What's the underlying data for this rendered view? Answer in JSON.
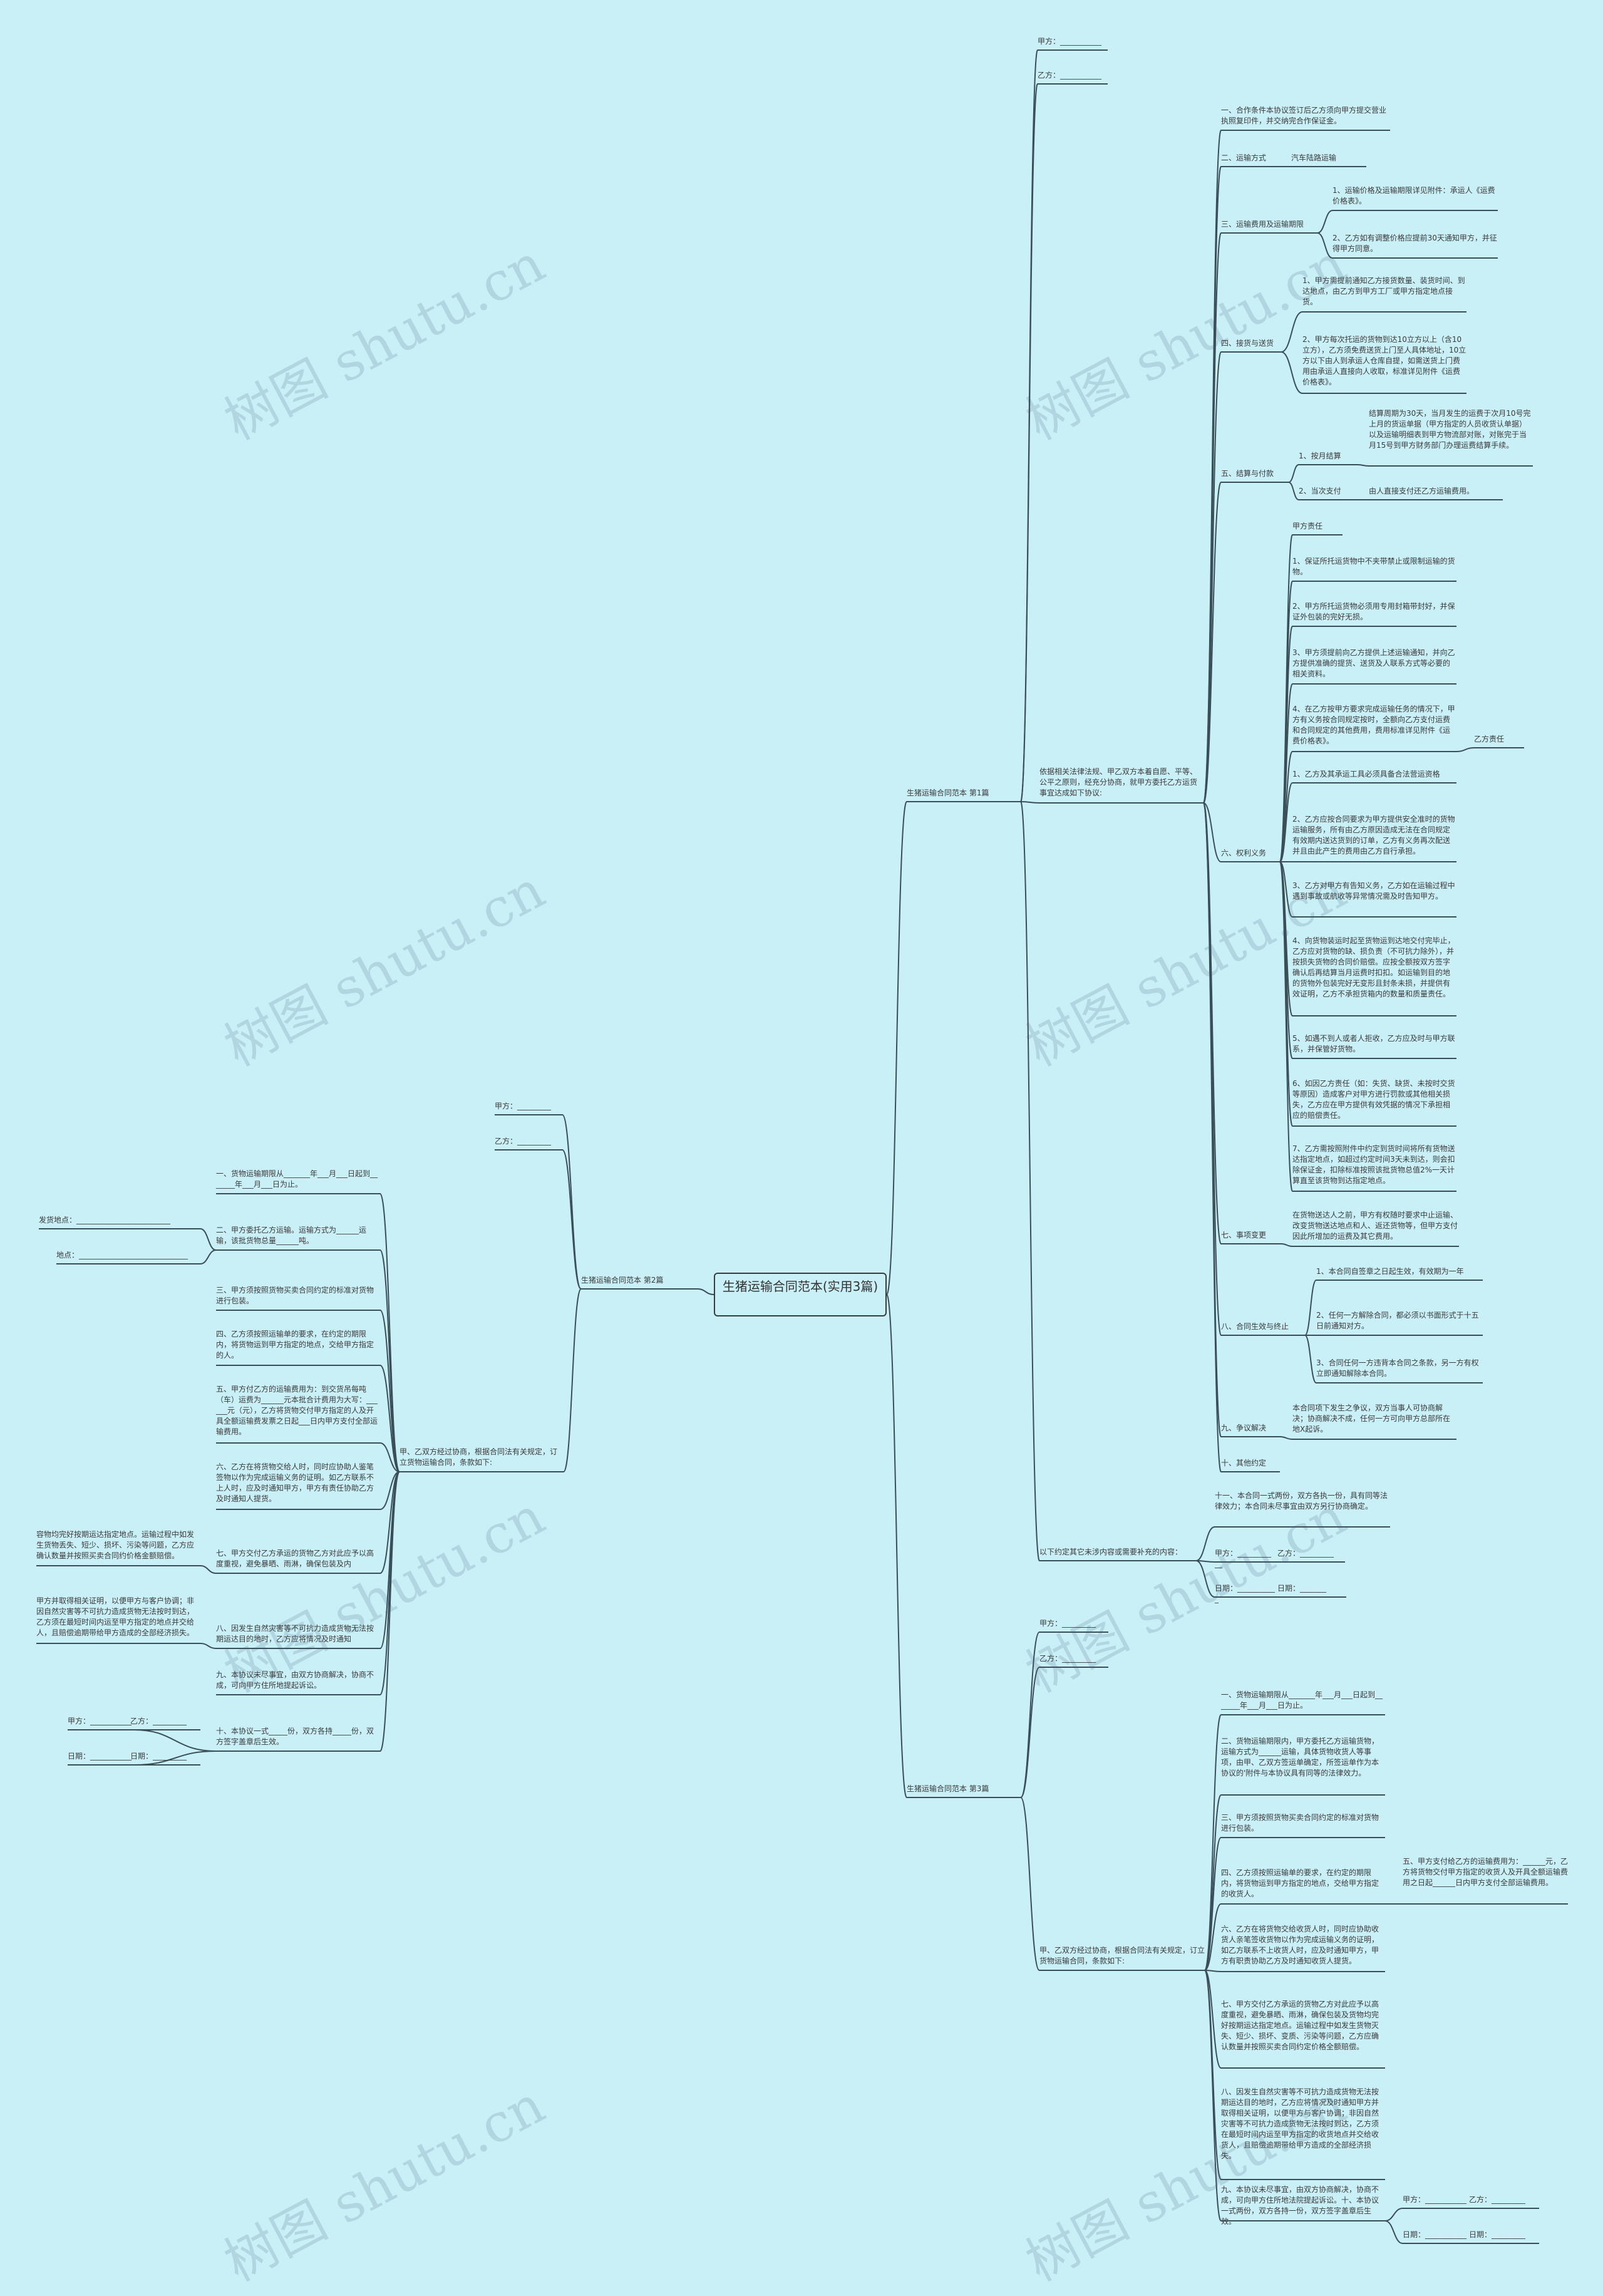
{
  "root": "生猪运输合同范本(实用3篇)",
  "watermark": "树图 shutu.cn",
  "b1": {
    "title": "生猪运输合同范本 第1篇",
    "party_a": "甲方：___________",
    "party_b": "乙方：___________",
    "intro": "依据相关法律法规、甲乙双方本着自愿、平等、公平之原则，经充分协商，就甲方委托乙方运货事宜达成如下协议:",
    "s1": "一、合作条件本协议签订后乙方须向甲方提交营业执照复印件，并交纳完合作保证金。",
    "s2": "二、运输方式",
    "s2v": "汽车陆路运输",
    "s3": "三、运输费用及运输期限",
    "s3a": "1、运输价格及运输期限详见附件：承运人《运费价格表》。",
    "s3b": "2、乙方如有调整价格应提前30天通知甲方，并征得甲方同意。",
    "s4": "四、接货与送货",
    "s4a": "1、甲方需提前通知乙方接货数量、装货时间、到达地点，由乙方到甲方工厂或甲方指定地点接货。",
    "s4b": "2、甲方每次托运的货物到达10立方以上（含10立方），乙方须免费送货上门至人具体地址，10立方以下由人到承运人仓库自提，如需送货上门费用由承运人直接向人收取，标准详见附件《运费价格表》。",
    "s5": "五、结算与付款",
    "s5a": "1、按月结算",
    "s5av": "结算周期为30天，当月发生的运费于次月10号完上月的货运单据（甲方指定的人员收货认单据）以及运输明细表到甲方物流部对账，对账完于当月15号到甲方财务部门办理运费结算手续。",
    "s5b": "2、当次支付",
    "s5bv": "由人直接支付还乙方运输费用。",
    "s6": "六、权利义务",
    "s6a0": "甲方责任",
    "s6a1": "1、保证所托运货物中不夹带禁止或限制运输的货物。",
    "s6a2": "2、甲方所托运货物必须用专用封箱带封好，并保证外包装的完好无损。",
    "s6a3": "3、甲方须提前向乙方提供上述运输通知，并向乙方提供准确的提货、送货及人联系方式等必要的相关资料。",
    "s6a4": "4、在乙方按甲方要求完成运输任务的情况下，甲方有义务按合同规定按时，全额向乙方支付运费和合同规定的其他费用，费用标准详见附件《运费价格表》。",
    "s6b0": "乙方责任",
    "s6b1": "1、乙方及其承运工具必须具备合法营运资格",
    "s6b2": "2、乙方应按合同要求为甲方提供安全准时的货物运输服务，所有由乙方原因造成无法在合同规定有效期内送达货到的订单，乙方有义务再次配送并且由此产生的费用由乙方自行承担。",
    "s6b3": "3、乙方对甲方有告知义务，乙方如在运输过程中遇到事故或航收等异常情况需及时告知甲方。",
    "s6b4": "4、向货物装运时起至货物运到达地交付完毕止，乙方应对货物的缺、损负责（不可抗力除外），并按损失货物的合同价赔偿。应按全额按双方签字确认后再结算当月运费时扣扣。如运输到目的地的货物外包装完好无变形且封条未损，并提供有效证明，乙方不承担货箱内的数量和质量责任。",
    "s6b5": "5、如遇不到人或者人拒收，乙方应及时与甲方联系，并保管好货物。",
    "s6b6": "6、如因乙方责任（如：失货、缺货、未按时交货等原因）造成客户对甲方进行罚款或其他相关损失，乙方应在甲方提供有效凭据的情况下承担相应的赔偿责任。",
    "s6b7": "7、乙方需按照附件中约定到货时间将所有货物送达指定地点，如超过约定时间3天未到达，则会扣除保证金，扣除标准按照该批货物总值2%一天计算直至该货物到达指定地点。",
    "s7": "七、事项变更",
    "s7v": "在货物送达人之前，甲方有权随时要求中止运输、改变货物送达地点和人、返还货物等，但甲方支付因此所增加的运费及其它费用。",
    "s8": "八、合同生效与终止",
    "s8a": "1、本合同自签章之日起生效，有效期为一年",
    "s8b": "2、任何一方解除合同，都必须以书面形式于十五日前通知对方。",
    "s8c": "3、合同任何一方违背本合同之条款，另一方有权立即通知解除本合同。",
    "s9": "九、争议解决",
    "s9v": "本合同项下发生之争议，双方当事人可协商解决；协商解决不成，任何一方可向甲方总部所在地X起诉。",
    "s10": "十、其他约定",
    "s11": "十一、本合同一式两份，双方各执一份，具有同等法律效力；本合同未尽事宜由双方另行协商确定。",
    "sign_a": "甲方：___________",
    "sign_b": "乙方：_________",
    "sign_d1": "日期：___________",
    "sign_d2": "日期：_______",
    "tail": "以下约定其它未涉内容或需要补充的内容："
  },
  "b2": {
    "title": "生猪运输合同范本 第2篇",
    "party_a": "甲方：_________",
    "party_b": "乙方：_________",
    "intro": "甲、乙双方经过协商，根据合同法有关规定，订立货物运输合同，条款如下:",
    "i1": "一、货物运输期限从_______年___月___日起到_______年___月___日为止。",
    "i2": "二、甲方委托乙方运输。运输方式为______运输，该批货物总量______吨。",
    "i2a": "发货地点：_________________________",
    "i2b": "地点：_____________________________",
    "i3": "三、甲方须按照货物买卖合同约定的标准对货物进行包装。",
    "i4": "四、乙方须按照运输单的要求，在约定的期限内，将货物运到甲方指定的地点，交给甲方指定的人。",
    "i5": "五、甲方付乙方的运输费用为：到交货吊每吨（车）运费为______元本批合计费用为大写：______元（元），乙方将货物交付甲方指定的人及开具全额运输费发票之日起___日内甲方支付全部运输费用。",
    "i6": "六、乙方在将货物交给人时，同时应协助人鉴笔签物以作为完成运输义务的证明。如乙方联系不上人时，应及时通知甲方，甲方有责任协助乙方及时通知人提货。",
    "i7": "七、甲方交付乙方承运的货物乙方对此应予以高度重视，避免暴晒、雨淋，确保包装及内",
    "i7a": "容物均完好按期运达指定地点。运输过程中如发生货物丢失、短少、损坏、污染等问题，乙方应确认数量并按照买卖合同约价格金额赔偿。",
    "i8": "八、因发生自然灾害等不可抗力造成货物无法按期运达目的地时，乙方应将情况及时通知",
    "i8a": "甲方并取得相关证明，以便甲方与客户协调；非因自然灾害等不可抗力造成货物无法按时到达，乙方须在最短时间内运至甲方指定的地点并交给人，且赔偿逾期带给甲方造成的全部经济损失。",
    "i9": "九、本协议未尽事宜，由双方协商解决，协商不成，可向甲方住所地提起诉讼。",
    "i10": "十、本协议一式_____份，双方各持_____份，双方签字盖章后生效。",
    "sign_a": "甲方：___________",
    "sign_b": "乙方：_________",
    "sign_d1": "日期：___________",
    "sign_d2": "日期：_________"
  },
  "b3": {
    "title": "生猪运输合同范本 第3篇",
    "party_a": "甲方：_________",
    "party_b": "乙方：_________",
    "intro": "甲、乙双方经过协商，根据合同法有关规定，订立货物运输合同，条款如下:",
    "j1": "一、货物运输期限从_______年___月___日起到_______年___月___日为止。",
    "j2": "二、货物运输期限内，甲方委托乙方运输货物，运输方式为______运输，具体货物收货人等事项，由甲、乙双方签运单确定，所签运单作为本协议的'附件与本协议具有同等的法律效力。",
    "j3": "三、甲方须按照货物买卖合同约定的标准对货物进行包装。",
    "j4": "四、乙方须按照运输单的要求，在约定的期限内，将货物运到甲方指定的地点，交给甲方指定的收货人。",
    "j5": "五、甲方支付给乙方的运输费用为：______元，乙方将货物交付甲方指定的收货人及开具全额运输费用之日起______日内甲方支付全部运输费用。",
    "j6": "六、乙方在将货物交给收货人时，同时应协助收货人亲笔签收货物以作为完成运输义务的证明，如乙方联系不上收货人时，应及时通知甲方，甲方有职责协助乙方及时通知收货人提货。",
    "j7": "七、甲方交付乙方承运的货物乙方对此应予以高度重视，避免暴晒、雨淋，确保包装及货物均完好按期运达指定地点。运输过程中如发生货物灭失、短少、损坏、变质、污染等问题，乙方应确认数量并按照买卖合同约定价格全额赔偿。",
    "j8": "八、因发生自然灾害等不可抗力造成货物无法按期运达目的地时，乙方应将情况及时通知甲方并取得相关证明，以便甲方与客户协调；非因自然灾害等不可抗力造成货物无法按时到达，乙方须在最短时间内运至甲方指定的收货地点并交给收货人，且赔偿逾期带给甲方造成的全部经济损失。",
    "j9": "九、本协议未尽事宜，由双方协商解决，协商不成，可向甲方住所地法院提起诉讼。十、本协议一式两份，双方各持一份，双方签字盖章后生效。",
    "sign_a": "甲方：___________",
    "sign_b": "乙方：_________",
    "sign_d1": "日期：___________",
    "sign_d2": "日期：_________"
  }
}
